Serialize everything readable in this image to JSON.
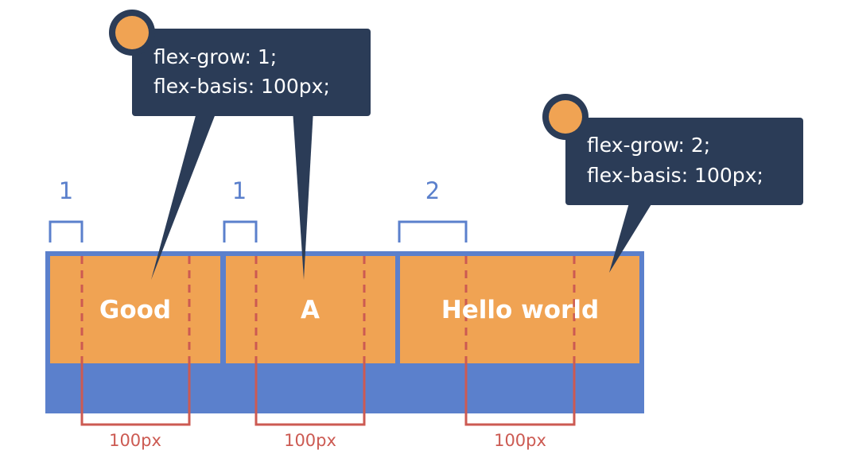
{
  "colors": {
    "container": "#5b80cc",
    "item": "#f0a353",
    "callout": "#2b3c57",
    "dot": "#f0a353",
    "basis": "#cc5a52",
    "grow_label": "#5b80cc",
    "white": "#ffffff"
  },
  "callouts": [
    {
      "line1": "flex-grow: 1;",
      "line2": "flex-basis: 100px;"
    },
    {
      "line1": "flex-grow: 2;",
      "line2": "flex-basis: 100px;"
    }
  ],
  "items": [
    {
      "label": "Good",
      "grow_label": "1",
      "basis_label": "100px"
    },
    {
      "label": "A",
      "grow_label": "1",
      "basis_label": "100px"
    },
    {
      "label": "Hello world",
      "grow_label": "2",
      "basis_label": "100px"
    }
  ]
}
